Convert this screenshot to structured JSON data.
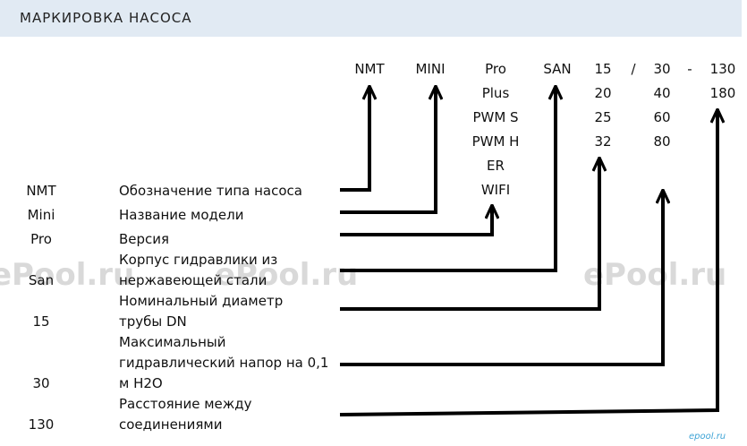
{
  "header": {
    "title": "МАРКИРОВКА НАСОСА"
  },
  "code": {
    "nmt": "NMT",
    "mini": "MINI",
    "version": [
      "Pro",
      "Plus",
      "PWM S",
      "PWM H",
      "ER",
      "WIFI"
    ],
    "san": "SAN",
    "dn": [
      "15",
      "20",
      "25",
      "32"
    ],
    "slash": "/",
    "head": [
      "30",
      "40",
      "60",
      "80"
    ],
    "dash": "-",
    "length": [
      "130",
      "180"
    ]
  },
  "legend": [
    {
      "code": "NMT",
      "desc": [
        "Обозначение типа насоса"
      ]
    },
    {
      "code": "Mini",
      "desc": [
        "Название модели"
      ]
    },
    {
      "code": "Pro",
      "desc": [
        "Версия"
      ]
    },
    {
      "code": "San",
      "desc": [
        "Корпус гидравлики из",
        "нержавеющей стали"
      ]
    },
    {
      "code": "15",
      "desc": [
        "Номинальный диаметр",
        "трубы DN"
      ]
    },
    {
      "code": "30",
      "desc": [
        "Максимальный",
        "гидравлический напор на 0,1",
        "м H2O"
      ]
    },
    {
      "code": "130",
      "desc": [
        "Расстояние между",
        "соединениями"
      ]
    }
  ],
  "watermark": [
    "ePool.ru",
    "ePool.ru",
    "ePool.ru"
  ],
  "logo": "epool.ru"
}
